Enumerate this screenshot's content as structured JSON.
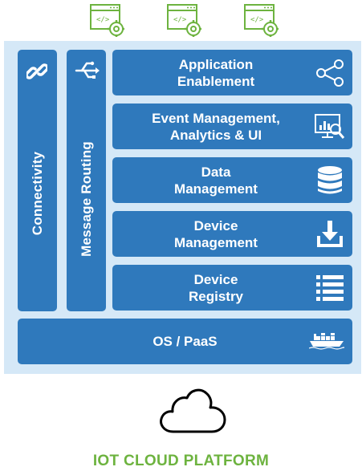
{
  "colors": {
    "layer_blue": "#2f79bc",
    "panel_bg": "#d5e8f7",
    "green": "#6db33f",
    "white": "#ffffff"
  },
  "top_icons": [
    "code-settings-icon",
    "code-settings-icon",
    "code-settings-icon"
  ],
  "side_bars": [
    {
      "label": "Connectivity",
      "icon": "link-icon"
    },
    {
      "label": "Message Routing",
      "icon": "usb-routing-icon"
    }
  ],
  "layers": [
    {
      "line1": "Application",
      "line2": "Enablement",
      "icon": "share-nodes-icon"
    },
    {
      "line1": "Event Management,",
      "line2": "Analytics & UI",
      "icon": "analytics-monitor-icon"
    },
    {
      "line1": "Data",
      "line2": "Management",
      "icon": "database-icon"
    },
    {
      "line1": "Device",
      "line2": "Management",
      "icon": "download-tray-icon"
    },
    {
      "line1": "Device",
      "line2": "Registry",
      "icon": "list-icon"
    }
  ],
  "os": {
    "label": "OS / PaaS",
    "icon": "cargo-ship-icon"
  },
  "cloud_icon": "cloud-icon",
  "footer": "IOT CLOUD PLATFORM"
}
